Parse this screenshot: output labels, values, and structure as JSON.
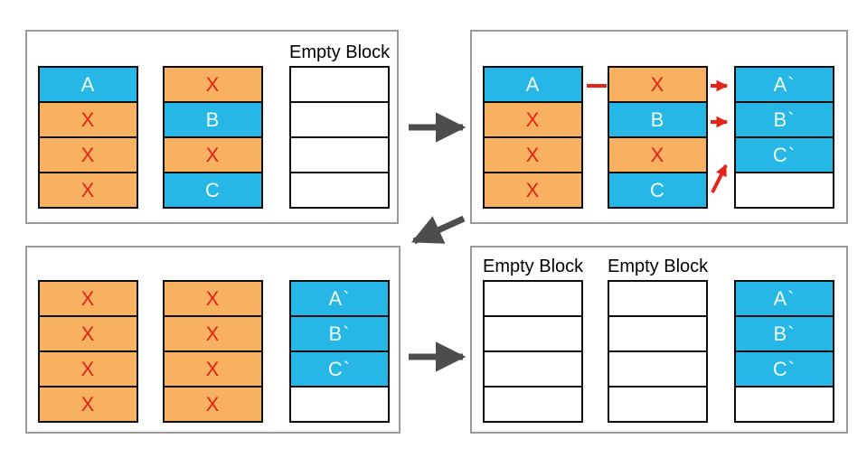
{
  "diagram": {
    "colors": {
      "valid_page": "#26b7e7",
      "stale_page": "#f8b160",
      "empty_page": "#ffffff",
      "x_mark": "#e32317",
      "cell_text": "#f2fcff",
      "cell_border": "#0d0d0d",
      "panel_border": "#9a9a9a",
      "flow_arrow": "#4d4d4d",
      "copy_arrow": "#e32317",
      "label_text": "#000000",
      "canvas_bg": "#ffffff"
    },
    "empty_block_label": "Empty Block",
    "panels": [
      {
        "name": "step-1-initial-blocks",
        "position": "top-left",
        "columns": [
          {
            "label": "",
            "cells": [
              {
                "text": "A",
                "state": "valid"
              },
              {
                "text": "X",
                "state": "stale"
              },
              {
                "text": "X",
                "state": "stale"
              },
              {
                "text": "X",
                "state": "stale"
              }
            ]
          },
          {
            "label": "",
            "cells": [
              {
                "text": "X",
                "state": "stale"
              },
              {
                "text": "B",
                "state": "valid"
              },
              {
                "text": "X",
                "state": "stale"
              },
              {
                "text": "C",
                "state": "valid"
              }
            ]
          },
          {
            "label": "Empty Block",
            "cells": [
              {
                "text": "",
                "state": "empty"
              },
              {
                "text": "",
                "state": "empty"
              },
              {
                "text": "",
                "state": "empty"
              },
              {
                "text": "",
                "state": "empty"
              }
            ]
          }
        ]
      },
      {
        "name": "step-2-copy-valid-pages",
        "position": "top-right",
        "columns": [
          {
            "label": "",
            "cells": [
              {
                "text": "A",
                "state": "valid"
              },
              {
                "text": "X",
                "state": "stale"
              },
              {
                "text": "X",
                "state": "stale"
              },
              {
                "text": "X",
                "state": "stale"
              }
            ]
          },
          {
            "label": "",
            "cells": [
              {
                "text": "X",
                "state": "stale"
              },
              {
                "text": "B",
                "state": "valid"
              },
              {
                "text": "X",
                "state": "stale"
              },
              {
                "text": "C",
                "state": "valid"
              }
            ]
          },
          {
            "label": "",
            "cells": [
              {
                "text": "A`",
                "state": "valid"
              },
              {
                "text": "B`",
                "state": "valid"
              },
              {
                "text": "C`",
                "state": "valid"
              },
              {
                "text": "",
                "state": "empty"
              }
            ]
          }
        ]
      },
      {
        "name": "step-3-all-pages-stale",
        "position": "bottom-left",
        "columns": [
          {
            "label": "",
            "cells": [
              {
                "text": "X",
                "state": "stale"
              },
              {
                "text": "X",
                "state": "stale"
              },
              {
                "text": "X",
                "state": "stale"
              },
              {
                "text": "X",
                "state": "stale"
              }
            ]
          },
          {
            "label": "",
            "cells": [
              {
                "text": "X",
                "state": "stale"
              },
              {
                "text": "X",
                "state": "stale"
              },
              {
                "text": "X",
                "state": "stale"
              },
              {
                "text": "X",
                "state": "stale"
              }
            ]
          },
          {
            "label": "",
            "cells": [
              {
                "text": "A`",
                "state": "valid"
              },
              {
                "text": "B`",
                "state": "valid"
              },
              {
                "text": "C`",
                "state": "valid"
              },
              {
                "text": "",
                "state": "empty"
              }
            ]
          }
        ]
      },
      {
        "name": "step-4-blocks-erased",
        "position": "bottom-right",
        "columns": [
          {
            "label": "Empty Block",
            "cells": [
              {
                "text": "",
                "state": "empty"
              },
              {
                "text": "",
                "state": "empty"
              },
              {
                "text": "",
                "state": "empty"
              },
              {
                "text": "",
                "state": "empty"
              }
            ]
          },
          {
            "label": "Empty Block",
            "cells": [
              {
                "text": "",
                "state": "empty"
              },
              {
                "text": "",
                "state": "empty"
              },
              {
                "text": "",
                "state": "empty"
              },
              {
                "text": "",
                "state": "empty"
              }
            ]
          },
          {
            "label": "",
            "cells": [
              {
                "text": "A`",
                "state": "valid"
              },
              {
                "text": "B`",
                "state": "valid"
              },
              {
                "text": "C`",
                "state": "valid"
              },
              {
                "text": "",
                "state": "empty"
              }
            ]
          }
        ]
      }
    ],
    "flow_arrows": [
      {
        "name": "arrow-step1-to-step2",
        "direction": "right"
      },
      {
        "name": "arrow-step2-to-step3",
        "direction": "down-left"
      },
      {
        "name": "arrow-step3-to-step4",
        "direction": "right"
      }
    ],
    "copy_arrows": [
      {
        "name": "copy-line-a",
        "from": "A",
        "to": "A`"
      },
      {
        "name": "copy-arrow-a",
        "from": "A",
        "to": "A`"
      },
      {
        "name": "copy-arrow-b",
        "from": "B",
        "to": "B`"
      },
      {
        "name": "copy-arrow-c",
        "from": "C",
        "to": "C`"
      }
    ]
  }
}
